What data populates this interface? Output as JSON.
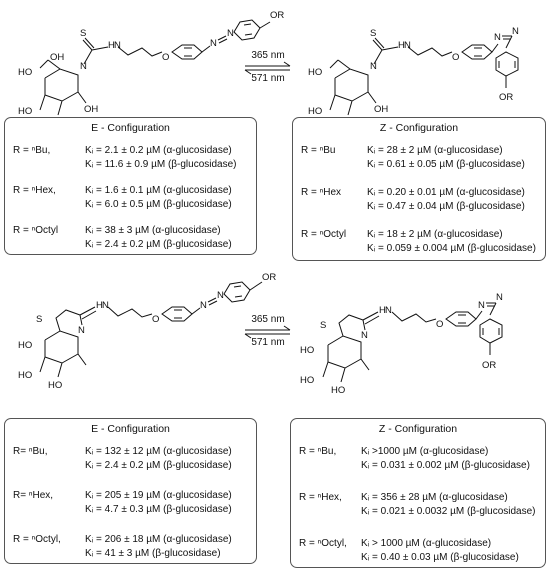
{
  "labels": {
    "or": "OR",
    "n": "N",
    "s": "S",
    "o": "O",
    "h": "H",
    "ho": "HO",
    "oh": "OH",
    "wavelength_up": "365 nm",
    "wavelength_down": "571 nm"
  },
  "panel_1": {
    "e_box": {
      "title": "E - Configuration",
      "rows": [
        {
          "r": "R = ⁿBu,",
          "k1": "Kᵢ = 2.1 ± 0.2 µM (α-glucosidase)",
          "k2": "Kᵢ = 11.6 ± 0.9 µM (β-glucosidase)"
        },
        {
          "r": "R = ⁿHex,",
          "k1": "Kᵢ = 1.6 ± 0.1 µM (α-glucosidase)",
          "k2": "Kᵢ = 6.0 ± 0.5 µM (β-glucosidase)"
        },
        {
          "r": "R = ⁿOctyl",
          "k1": "Kᵢ = 38 ± 3 µM (α-glucosidase)",
          "k2": "Kᵢ = 2.4 ± 0.2 µM (β-glucosidase)"
        }
      ]
    },
    "z_box": {
      "title": "Z - Configuration",
      "rows": [
        {
          "r": "R = ⁿBu",
          "k1": "Kᵢ = 28 ± 2 µM (α-glucosidase)",
          "k2": "Kᵢ = 0.61 ± 0.05 µM (β-glucosidase)"
        },
        {
          "r": "R = ⁿHex",
          "k1": "Kᵢ = 0.20 ± 0.01 µM (α-glucosidase)",
          "k2": "Kᵢ = 0.47 ± 0.04 µM (β-glucosidase)"
        },
        {
          "r": "R = ⁿOctyl",
          "k1": "Kᵢ = 18 ± 2 µM (α-glucosidase)",
          "k2": "Kᵢ = 0.059 ± 0.004 µM (β-glucosidase)"
        }
      ]
    }
  },
  "panel_2": {
    "e_box": {
      "title": "E - Configuration",
      "rows": [
        {
          "r": "R= ⁿBu,",
          "k1": "Kᵢ = 132 ± 12 µM (α-glucosidase)",
          "k2": "Kᵢ = 2.4 ± 0.2 µM (β-glucosidase)"
        },
        {
          "r": "R= ⁿHex,",
          "k1": "Kᵢ = 205 ± 19 µM (α-glucosidase)",
          "k2": "Kᵢ = 4.7 ± 0.3 µM (β-glucosidase)"
        },
        {
          "r": "R = ⁿOctyl,",
          "k1": "Kᵢ = 206 ± 18 µM (α-glucosidase)",
          "k2": "Kᵢ = 41 ± 3 µM (β-glucosidase)"
        }
      ]
    },
    "z_box": {
      "title": "Z - Configuration",
      "rows": [
        {
          "r": "R = ⁿBu,",
          "k1": "Kᵢ >1000 µM (α-glucosidase)",
          "k2": "Kᵢ =  0.031 ± 0.002 µM (β-glucosidase)"
        },
        {
          "r": "R = ⁿHex,",
          "k1": "Kᵢ = 356 ± 28 µM (α-glucosidase)",
          "k2": "Kᵢ = 0.021 ± 0.0032 µM (β-glucosidase)"
        },
        {
          "r": "R = ⁿOctyl,",
          "k1": "Kᵢ > 1000 µM (α-glucosidase)",
          "k2": "Kᵢ =  0.40 ± 0.03 µM (β-glucosidase)"
        }
      ]
    }
  }
}
